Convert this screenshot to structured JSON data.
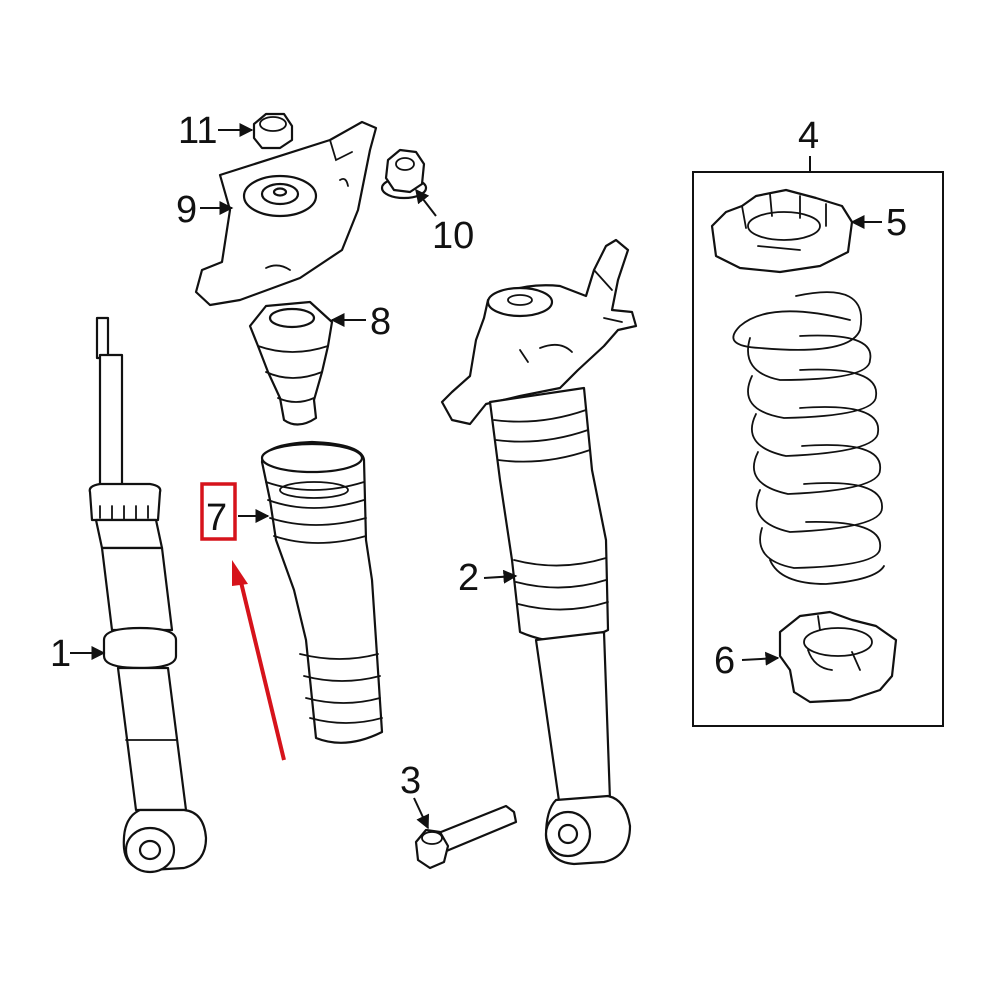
{
  "callouts": {
    "c1": "1",
    "c2": "2",
    "c3": "3",
    "c4": "4",
    "c5": "5",
    "c6": "6",
    "c7": "7",
    "c8": "8",
    "c9": "9",
    "c10": "10",
    "c11": "11"
  },
  "colors": {
    "line": "#111111",
    "highlight": "#d6131b",
    "background": "#ffffff"
  }
}
